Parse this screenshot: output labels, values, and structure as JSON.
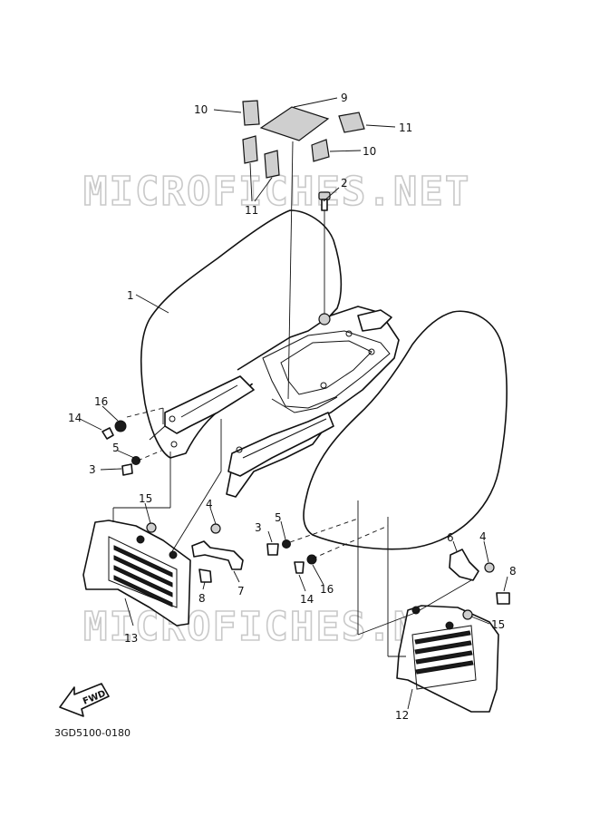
{
  "watermark": "MICROFICHES.NET",
  "diagram_code": "3GD5100-0180",
  "fwd_label": "FWD",
  "callouts": [
    {
      "id": "c1",
      "label": "1"
    },
    {
      "id": "c2",
      "label": "2"
    },
    {
      "id": "c3a",
      "label": "3"
    },
    {
      "id": "c3b",
      "label": "3"
    },
    {
      "id": "c4a",
      "label": "4"
    },
    {
      "id": "c4b",
      "label": "4"
    },
    {
      "id": "c5a",
      "label": "5"
    },
    {
      "id": "c5b",
      "label": "5"
    },
    {
      "id": "c6",
      "label": "6"
    },
    {
      "id": "c7",
      "label": "7"
    },
    {
      "id": "c8a",
      "label": "8"
    },
    {
      "id": "c8b",
      "label": "8"
    },
    {
      "id": "c9",
      "label": "9"
    },
    {
      "id": "c10a",
      "label": "10"
    },
    {
      "id": "c10b",
      "label": "10"
    },
    {
      "id": "c11a",
      "label": "11"
    },
    {
      "id": "c11b",
      "label": "11"
    },
    {
      "id": "c12",
      "label": "12"
    },
    {
      "id": "c13",
      "label": "13"
    },
    {
      "id": "c14a",
      "label": "14"
    },
    {
      "id": "c14b",
      "label": "14"
    },
    {
      "id": "c15a",
      "label": "15"
    },
    {
      "id": "c15b",
      "label": "15"
    },
    {
      "id": "c16a",
      "label": "16"
    },
    {
      "id": "c16b",
      "label": "16"
    }
  ]
}
